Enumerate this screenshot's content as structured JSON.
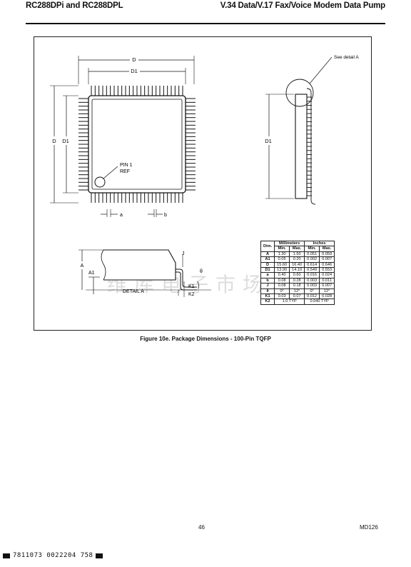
{
  "header": {
    "left": "RC288DPi and RC288DPL",
    "right": "V.34 Data/V.17 Fax/Voice Modem Data Pump"
  },
  "figure": {
    "caption": "Figure 10e.  Package Dimensions - 100-Pin TQFP",
    "labels": {
      "D": "D",
      "D1": "D1",
      "pin1_line1": "PIN 1",
      "pin1_line2": "REF",
      "a": "a",
      "b": "b",
      "see_detail": "See detail A",
      "A": "A",
      "A1": "A1",
      "J": "J",
      "theta": "θ",
      "K1": "K1",
      "K2": "K2",
      "detail_a": "DETAIL A"
    },
    "watermark": "维库电子市场"
  },
  "dimension_table": {
    "header_dim": "Dim.",
    "header_mm": "Millimeters",
    "header_in": "Inches",
    "header_min": "Min.",
    "header_max": "Max.",
    "rows": [
      {
        "dim": "A",
        "mm_min": "1.30",
        "mm_max": "1.50",
        "in_min": "0.051",
        "in_max": "0.059"
      },
      {
        "dim": "A1",
        "mm_min": "0.05",
        "mm_max": "0.20",
        "in_min": "0.002",
        "in_max": "0.007"
      },
      {
        "dim": "D",
        "mm_min": "15.60",
        "mm_max": "16.40",
        "in_min": "0.614",
        "in_max": "0.646"
      },
      {
        "dim": "D1",
        "mm_min": "13.90",
        "mm_max": "14.10",
        "in_min": "0.549",
        "in_max": "0.553"
      },
      {
        "dim": "a",
        "mm_min": "0.40",
        "mm_max": "0.60",
        "in_min": "0.016",
        "in_max": "0.024"
      },
      {
        "dim": "b",
        "mm_min": "0.08",
        "mm_max": "0.28",
        "in_min": "0.003",
        "in_max": "0.011"
      },
      {
        "dim": "J",
        "mm_min": "0.08",
        "mm_max": "0.18",
        "in_min": "0.003",
        "in_max": "0.007"
      },
      {
        "dim": "θ",
        "mm_min": "0°",
        "mm_max": "12°",
        "in_min": "0°",
        "in_max": "12°"
      },
      {
        "dim": "K1",
        "mm_min": "0.03",
        "mm_max": "0.07",
        "in_min": "0.012",
        "in_max": "0.028"
      }
    ],
    "k2": {
      "dim": "K2",
      "mm": "1.0 TYP",
      "in": "0.040 TYP"
    }
  },
  "footer": {
    "page_number": "46",
    "doc_code": "MD126",
    "barcode_text": "7811073 0022204 758"
  }
}
